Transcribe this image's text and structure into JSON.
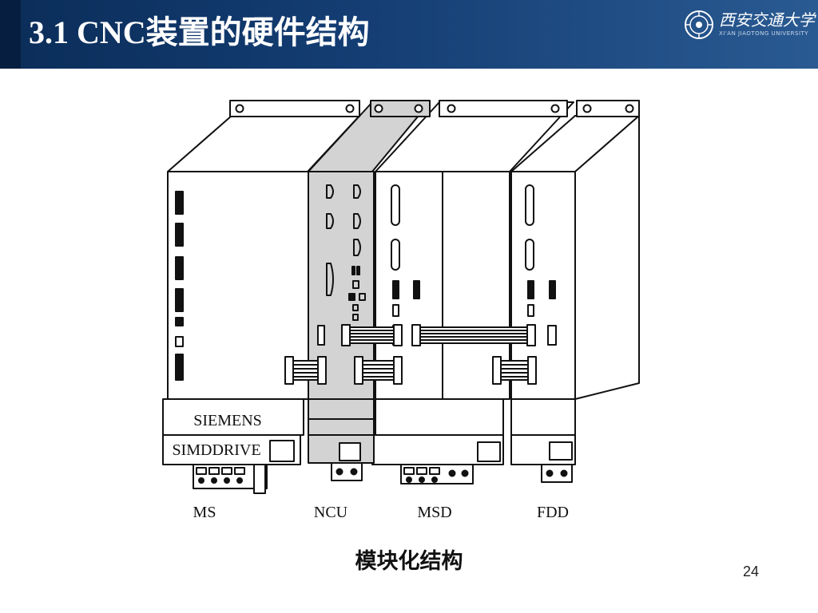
{
  "header": {
    "title": "3.1 CNC装置的硬件结构",
    "logo_text": "西安交通大学",
    "logo_subtext": "XI'AN JIAOTONG UNIVERSITY"
  },
  "diagram": {
    "ms_brand": "SIEMENS",
    "ms_product": "SIMDDRIVE",
    "module_labels": [
      "MS",
      "NCU",
      "MSD",
      "FDD"
    ]
  },
  "caption": "模块化结构",
  "page_number": "24",
  "colors": {
    "header_dark": "#0b2d59",
    "header_light": "#2a5a92",
    "ncu_fill": "#d3d3d3",
    "line": "#111111"
  },
  "icons": {
    "logo": "university-seal-icon"
  }
}
